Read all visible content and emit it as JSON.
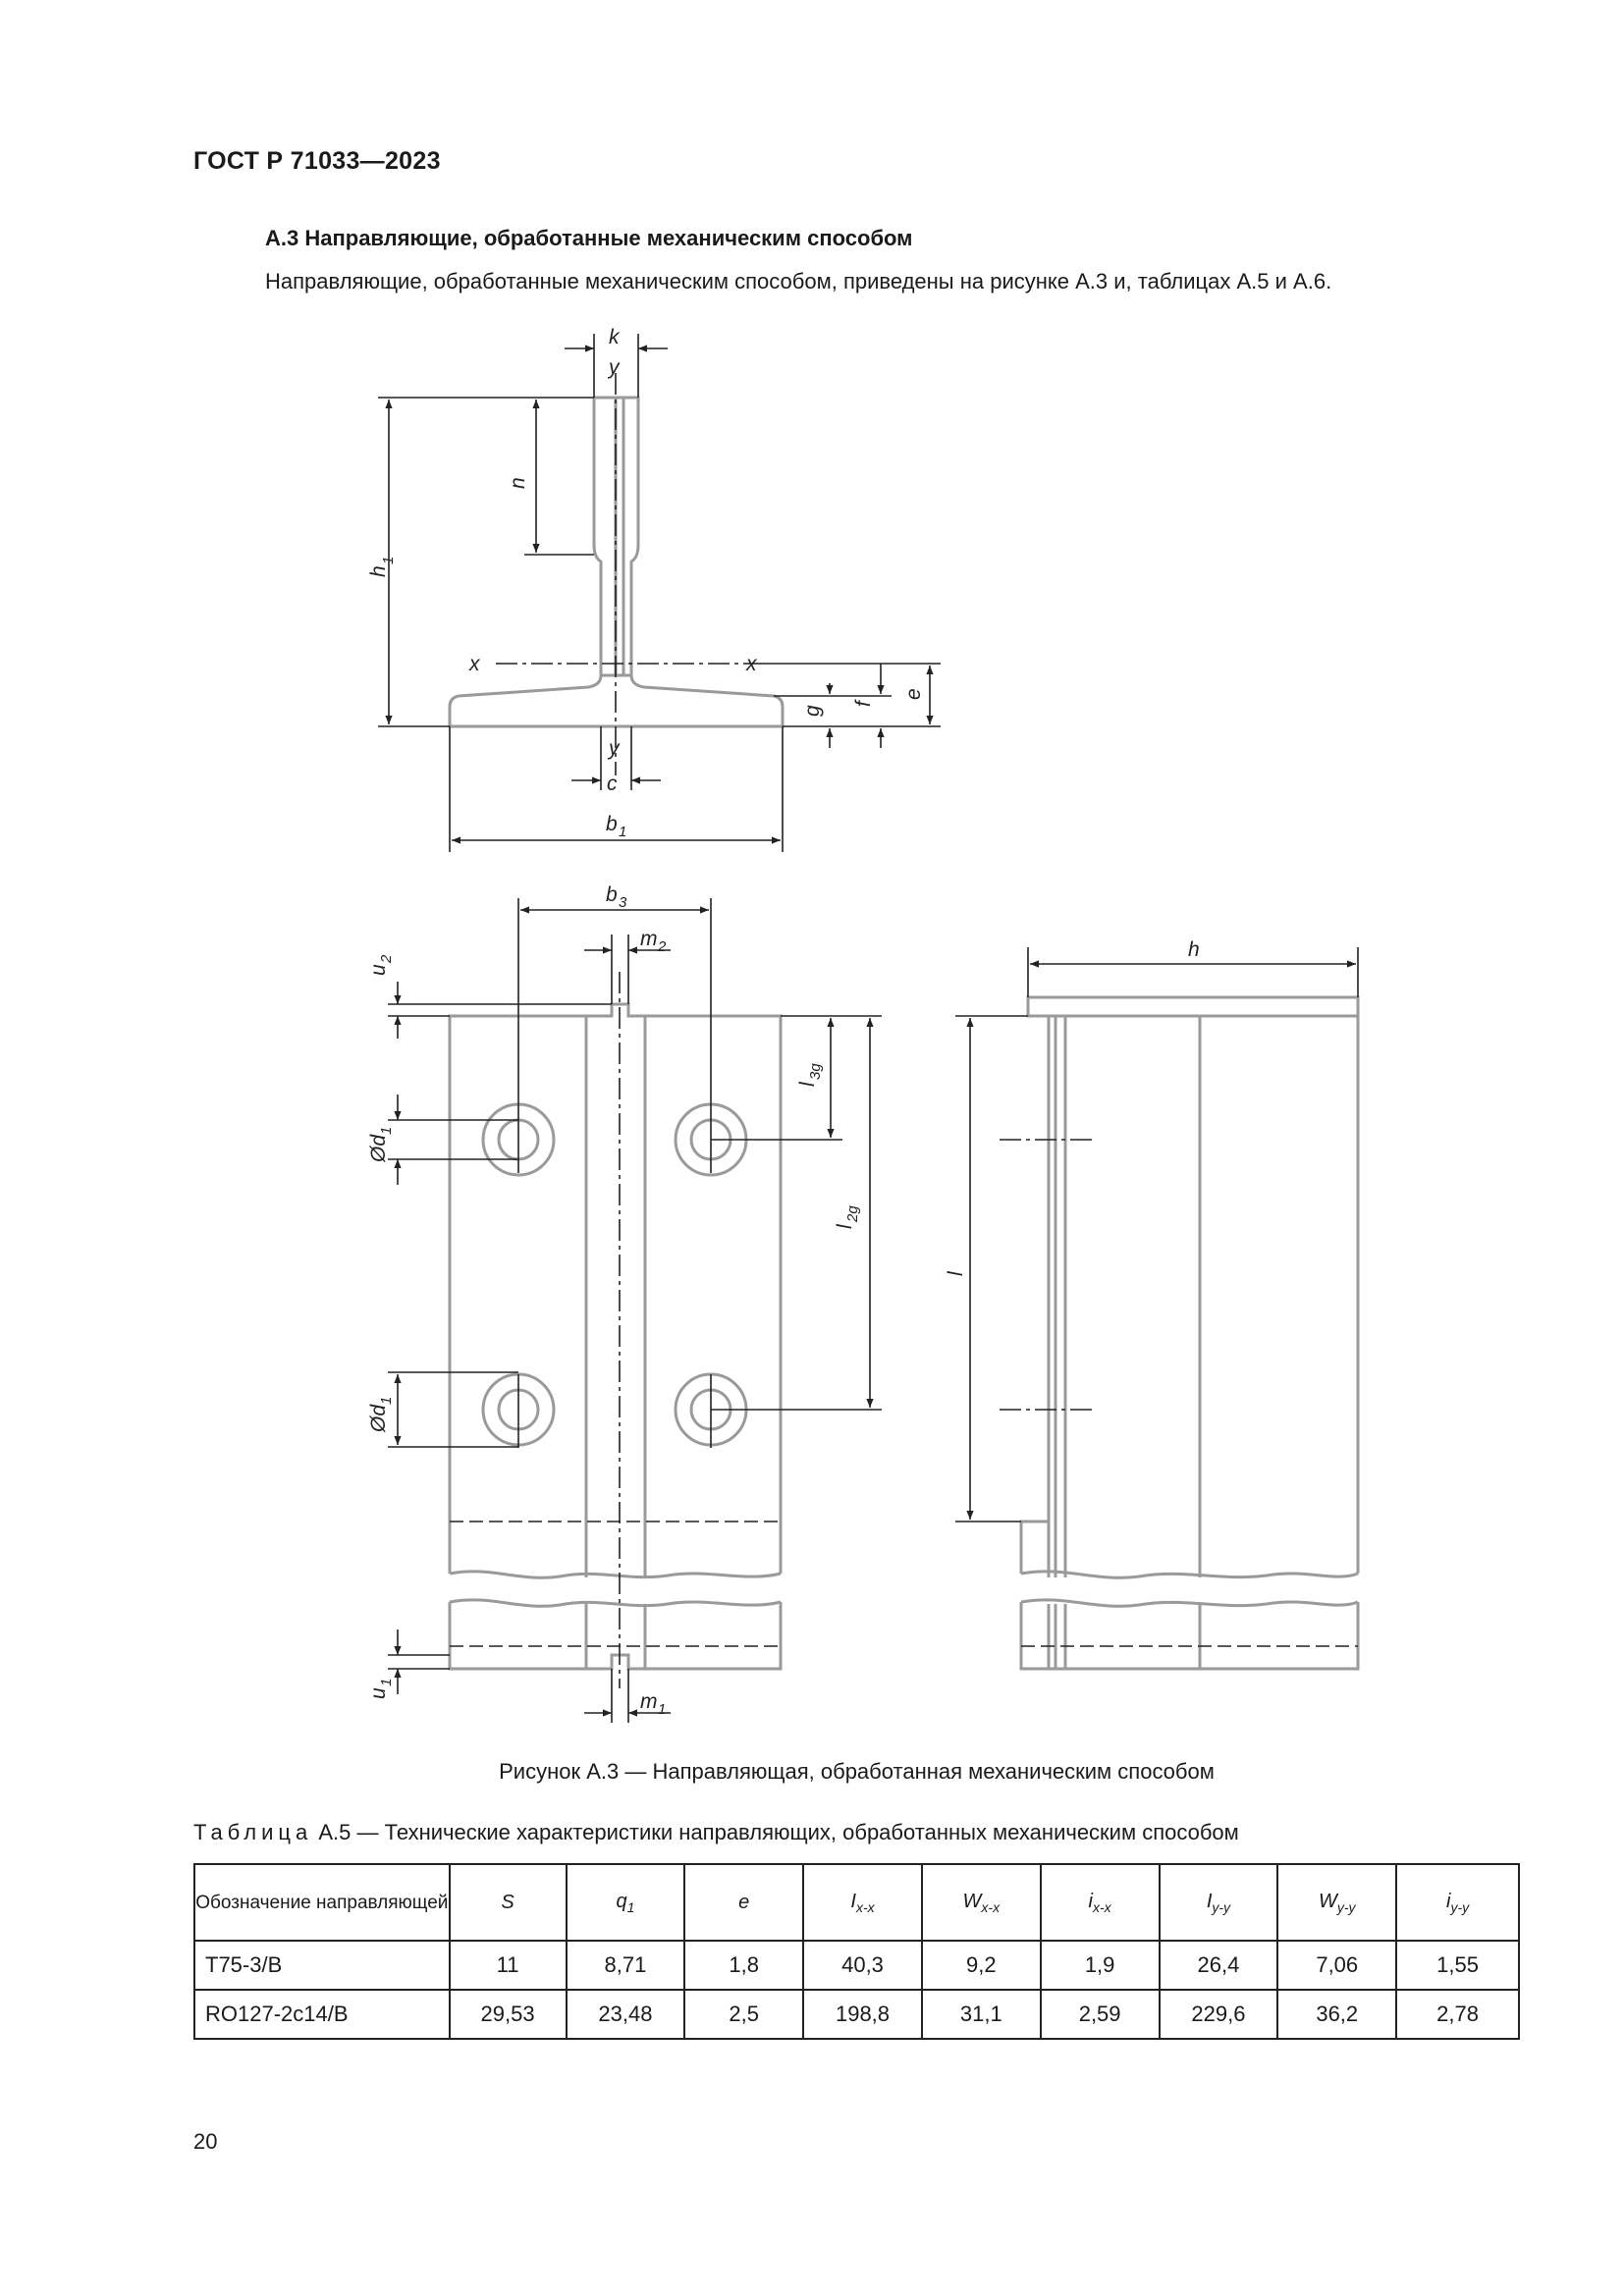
{
  "header": {
    "doc_id": "ГОСТ Р 71033—2023"
  },
  "section": {
    "title": "А.3 Направляющие, обработанные механическим способом",
    "paragraph": "Направляющие, обработанные механическим способом, приведены на рисунке А.3 и, таблицах А.5 и А.6."
  },
  "figure": {
    "caption": "Рисунок А.3 — Направляющая, обработанная механическим способом",
    "labels": {
      "k": "k",
      "y_top": "y",
      "n": "n",
      "h1": "h",
      "h1_sub": "1",
      "x_left": "x",
      "x_right": "x",
      "e": "e",
      "f": "f",
      "g": "g",
      "y_bottom": "y",
      "c": "c",
      "b1": "b",
      "b1_sub": "1",
      "b3": "b",
      "b3_sub": "3",
      "m2": "m",
      "m2_sub": "2",
      "u2": "u",
      "u2_sub": "2",
      "d1_top": "Ød",
      "d1_top_sub": "1",
      "d1_bottom": "Ød",
      "d1_bottom_sub": "1",
      "l3g": "l",
      "l3g_sub": "3g",
      "l2g": "l",
      "l2g_sub": "2g",
      "u1": "u",
      "u1_sub": "1",
      "m1": "m",
      "m1_sub": "1",
      "h": "h",
      "l": "l"
    }
  },
  "table": {
    "caption_prefix": "Таблица",
    "caption_rest": " А.5 — Технические характеристики направляющих, обработанных механическим способом",
    "headers": [
      {
        "base": "Обозначение направляющей",
        "sub": ""
      },
      {
        "base": "S",
        "sub": ""
      },
      {
        "base": "q",
        "sub": "1"
      },
      {
        "base": "e",
        "sub": ""
      },
      {
        "base": "I",
        "sub": "x-x"
      },
      {
        "base": "W",
        "sub": "x-x"
      },
      {
        "base": "i",
        "sub": "x-x"
      },
      {
        "base": "I",
        "sub": "y-y"
      },
      {
        "base": "W",
        "sub": "y-y"
      },
      {
        "base": "i",
        "sub": "y-y"
      }
    ],
    "rows": [
      [
        "Т75-3/В",
        "11",
        "8,71",
        "1,8",
        "40,3",
        "9,2",
        "1,9",
        "26,4",
        "7,06",
        "1,55"
      ],
      [
        "RO127-2c14/B",
        "29,53",
        "23,48",
        "2,5",
        "198,8",
        "31,1",
        "2,59",
        "229,6",
        "36,2",
        "2,78"
      ]
    ]
  },
  "page_number": "20"
}
